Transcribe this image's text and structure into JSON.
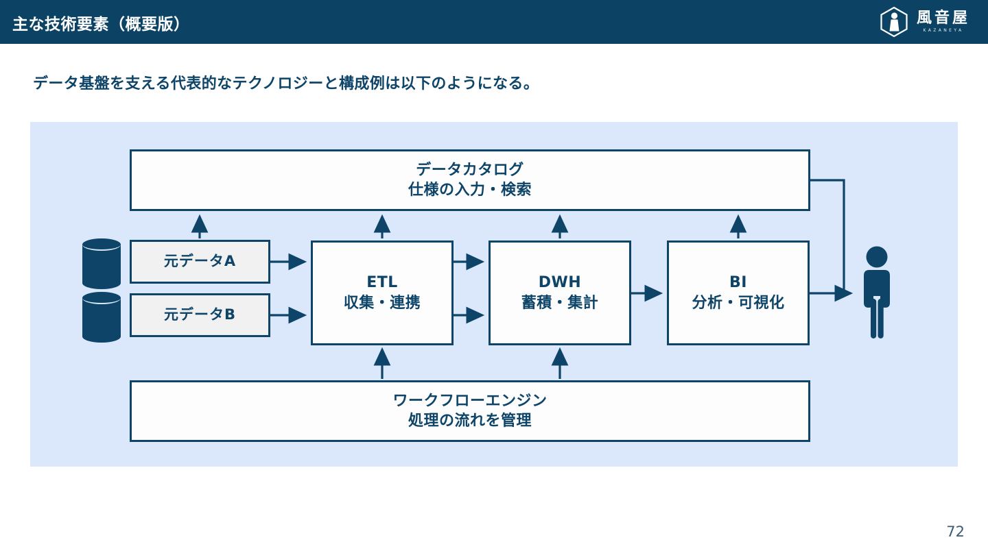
{
  "header": {
    "title": "主な技術要素（概要版）",
    "bar_color": "#0c4365",
    "logo": {
      "mark": "hexagon-logo-icon",
      "kanji": "風音屋",
      "roman": "KAZANEYA"
    }
  },
  "subtitle": "データ基盤を支える代表的なテクノロジーと構成例は以下のようになる。",
  "diagram": {
    "panel_color": "#dbe8fb",
    "line_color": "#0d4468",
    "nodes": {
      "catalog": {
        "line1": "データカタログ",
        "line2": "仕様の入力・検索"
      },
      "workflow": {
        "line1": "ワークフローエンジン",
        "line2": "処理の流れを管理"
      },
      "etl": {
        "line1": "ETL",
        "line2": "収集・連携"
      },
      "dwh": {
        "line1": "DWH",
        "line2": "蓄積・集計"
      },
      "bi": {
        "line1": "BI",
        "line2": "分析・可視化"
      },
      "source_a": {
        "label": "元データA"
      },
      "source_b": {
        "label": "元データB"
      }
    },
    "icons": {
      "database_a": "database-cylinder-icon",
      "database_b": "database-cylinder-icon",
      "consumer": "person-icon"
    }
  },
  "page_number": "72"
}
